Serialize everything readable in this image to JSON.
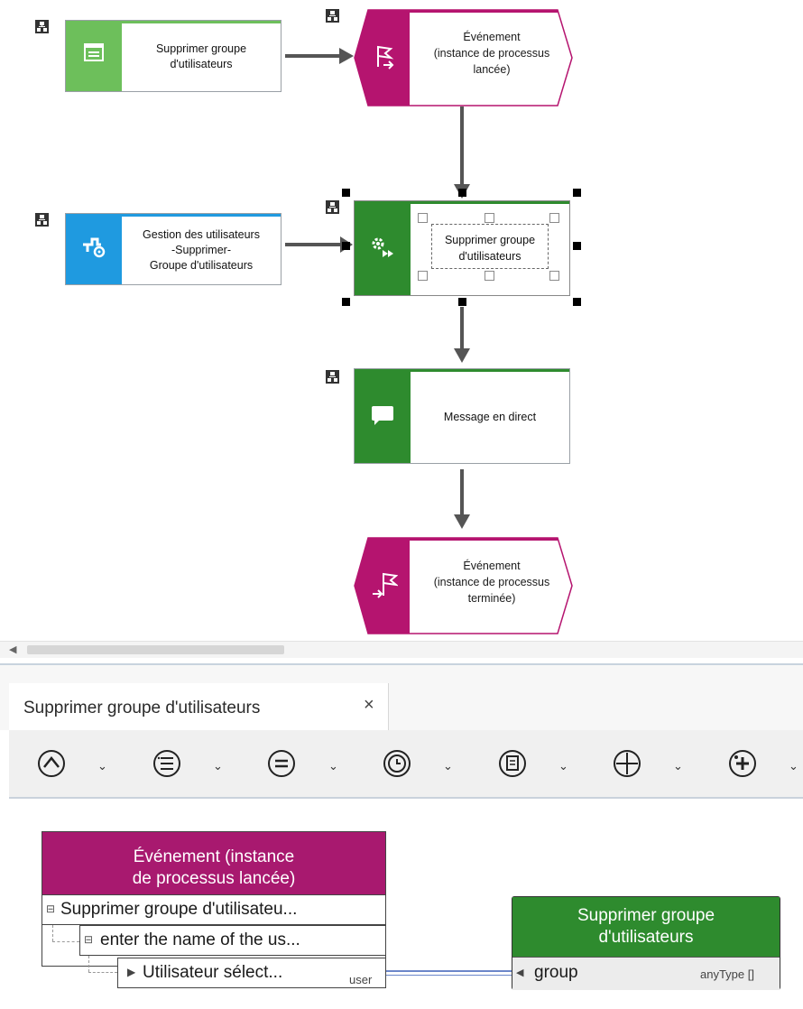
{
  "diagram": {
    "nodes": {
      "function_top": {
        "label": "Supprimer groupe\nd'utilisateurs",
        "color": "#6dbf5b"
      },
      "event_start": {
        "label": "Événement\n(instance de processus\nlancée)",
        "color": "#b5146f"
      },
      "it_function": {
        "label": "Gestion des utilisateurs\n-Supprimer-\nGroupe d'utilisateurs",
        "color": "#1f9ae0"
      },
      "function_selected": {
        "label": "Supprimer groupe\nd'utilisateurs",
        "color": "#2e8b2e"
      },
      "message": {
        "label": "Message en direct",
        "color": "#2e8b2e"
      },
      "event_end": {
        "label": "Événement\n(instance de processus\nterminée)",
        "color": "#b5146f"
      }
    },
    "icons": [
      "hierarchy-icon",
      "screen-icon",
      "flag-start-icon",
      "it-function-icon",
      "gear-play-icon",
      "speech-bubble-icon",
      "flag-end-icon"
    ]
  },
  "panel": {
    "tab": {
      "label": "Supprimer groupe d'utilisateurs",
      "close": "×"
    },
    "toolbar": {
      "buttons": [
        "collapse-up-icon",
        "list-icon",
        "equals-icon",
        "clock-icon",
        "document-icon",
        "add-circle-icon",
        "magic-add-icon"
      ],
      "chevron": "⌄"
    },
    "mapping": {
      "source": {
        "title": "Événement (instance\nde processus lancée)",
        "color": "#a8196f",
        "rows": [
          "Supprimer groupe d'utilisateu...",
          "enter the name of the us...",
          "Utilisateur sélect..."
        ],
        "row3_type": "user"
      },
      "target": {
        "title": "Supprimer groupe\nd'utilisateurs",
        "color": "#2e8b2e",
        "row": "group",
        "type": "anyType []"
      }
    }
  }
}
